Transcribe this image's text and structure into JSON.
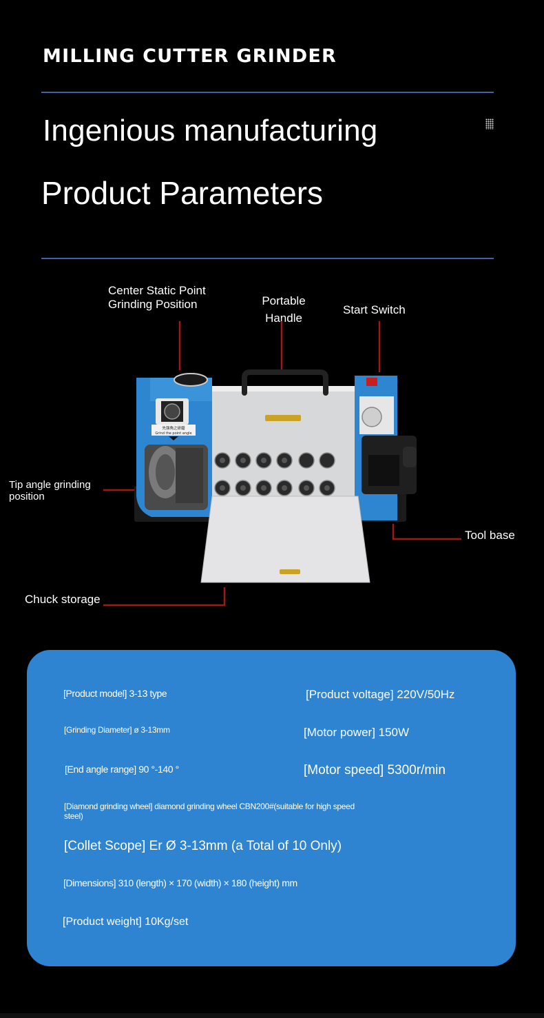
{
  "header": {
    "brand": "MILLING CUTTER GRINDER",
    "headline": "Ingenious manufacturing",
    "section_title": "Product Parameters"
  },
  "callouts": {
    "center_point": [
      "Center Static Point",
      "Grinding Position"
    ],
    "handle": [
      "Portable",
      "Handle"
    ],
    "start_switch": "Start Switch",
    "tip_angle": [
      "Tip angle grinding",
      "position"
    ],
    "tool_base": "Tool base",
    "chuck_storage": "Chuck storage"
  },
  "machine": {
    "label_plate": [
      "先强角之研磨",
      "Grind the point angle"
    ],
    "colors": {
      "body_blue": "#2f86d0",
      "panel_grey": "#d9dadc",
      "callout_red": "#a01818"
    }
  },
  "specs": {
    "product_model": "[Product model] 3-13 type",
    "product_voltage": "[Product voltage] 220V/50Hz",
    "grinding_diameter": "[Grinding Diameter] ø 3-13mm",
    "motor_power": "[Motor power] 150W",
    "end_angle_range": "[End angle range] 90 °-140 °",
    "motor_speed": "[Motor speed] 5300r/min",
    "diamond_wheel_line1": "[Diamond grinding wheel] diamond grinding wheel CBN200#(suitable for high speed",
    "diamond_wheel_line2": "steel)",
    "collet_scope": "[Collet Scope] Er Ø 3-13mm (a Total of 10 Only)",
    "dimensions": "[Dimensions] 310 (length) × 170 (width) × 180 (height) mm",
    "product_weight": "[Product weight] 10Kg/set"
  }
}
